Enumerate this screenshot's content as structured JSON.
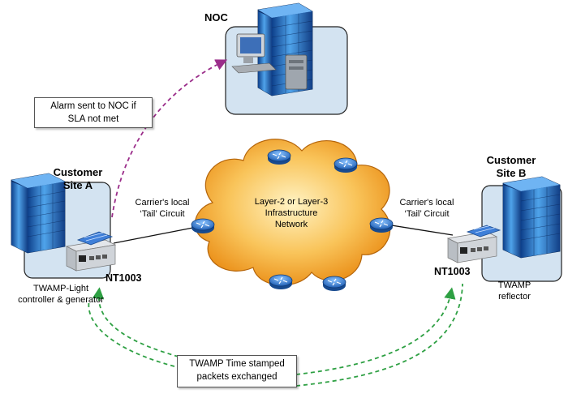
{
  "noc": {
    "label": "NOC"
  },
  "site_a": {
    "label_line1": "Customer",
    "label_line2": "Site A",
    "device": "NT1003",
    "role_line1": "TWAMP-Light",
    "role_line2": "controller & generator"
  },
  "site_b": {
    "label_line1": "Customer",
    "label_line2": "Site B",
    "device": "NT1003",
    "role_line1": "TWAMP",
    "role_line2": "reflector"
  },
  "cloud": {
    "line1": "Layer-2 or Layer-3",
    "line2": "Infrastructure",
    "line3": "Network"
  },
  "tail_left": {
    "line1": "Carrier's local",
    "line2": "‘Tail’ Circuit"
  },
  "tail_right": {
    "line1": "Carrier's local",
    "line2": "‘Tail’ Circuit"
  },
  "alarm_callout": {
    "line1": "Alarm sent to NOC if",
    "line2": "SLA not met"
  },
  "twamp_callout": {
    "line1": "TWAMP Time stamped",
    "line2": "packets exchanged"
  },
  "colors": {
    "alarm_arrow": "#9b2d8a",
    "packet_arrow": "#2ea043",
    "cloud_fill": "#f5a623",
    "panel_fill": "#d3e3f1",
    "router_fill": "#3b7fd1"
  }
}
